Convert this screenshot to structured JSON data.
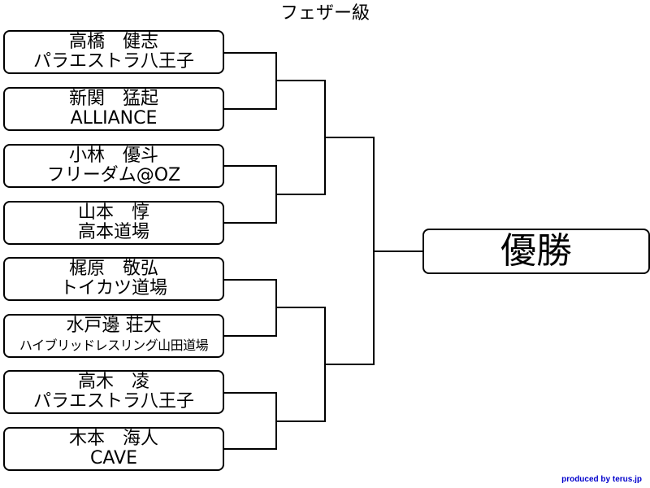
{
  "title": "フェザー級",
  "entries": [
    {
      "name": "高橋　健志",
      "team": "パラエストラ八王子"
    },
    {
      "name": "新関　猛起",
      "team": "ALLIANCE"
    },
    {
      "name": "小林　優斗",
      "team": "フリーダム@OZ"
    },
    {
      "name": "山本　惇",
      "team": "高本道場"
    },
    {
      "name": "梶原　敬弘",
      "team": "トイカツ道場"
    },
    {
      "name": "水戸邊 荘大",
      "team": "ハイブリッドレスリング山田道場"
    },
    {
      "name": "高木　凌",
      "team": "パラエストラ八王子"
    },
    {
      "name": "木本　海人",
      "team": "CAVE"
    }
  ],
  "winner_label": "優勝",
  "credit": "produced by terus.jp"
}
